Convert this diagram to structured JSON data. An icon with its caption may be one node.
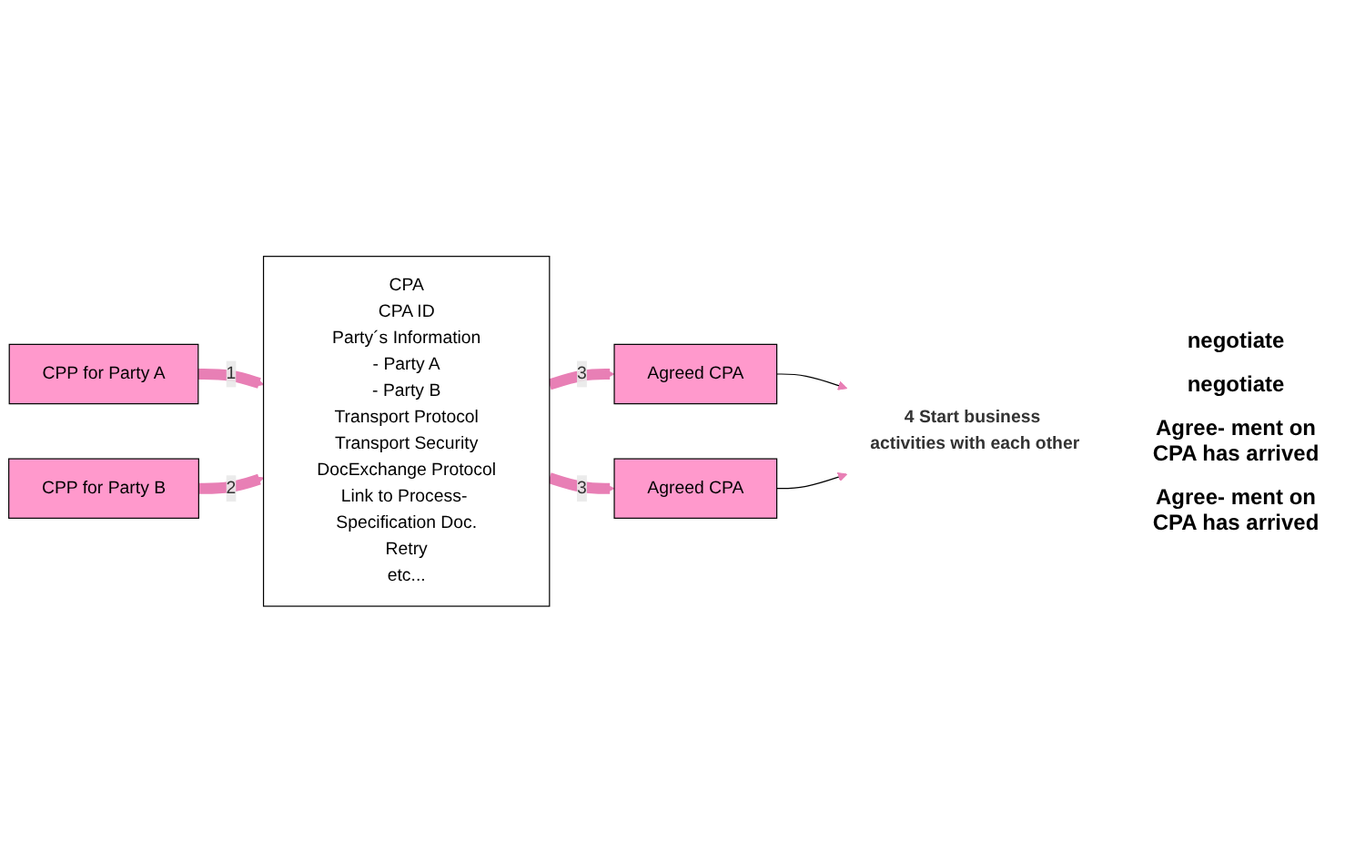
{
  "diagram": {
    "nodes": [
      {
        "text": [
          "CPP for Party A"
        ]
      },
      {
        "text": [
          "CPA",
          "CPA ID",
          "Party´s Information",
          "- Party A",
          "- Party B",
          "Transport Protocol",
          "Transport Security",
          "DocExchange Protocol",
          "Link to Process- Specification Doc.",
          "Retry",
          "etc..."
        ]
      },
      {
        "text": [
          "CPP for Party B"
        ]
      },
      {
        "text": [
          "Agreed CPA"
        ]
      },
      {
        "text": [
          "Agreed CPA"
        ]
      },
      {
        "text": [
          "4 Start business activities with each other"
        ]
      }
    ],
    "edges": [
      {
        "from": 0,
        "to": 1,
        "arrow": "to",
        "label": "1"
      },
      {
        "from": 2,
        "to": 1,
        "arrow": "to",
        "label": "2"
      },
      {
        "from": 1,
        "to": 3,
        "arrow": "to",
        "label": "3"
      },
      {
        "from": 1,
        "to": 4,
        "arrow": "to",
        "label": "3"
      },
      {
        "from": 3,
        "to": 5,
        "arrow": "to",
        "color": "#000000"
      },
      {
        "from": 4,
        "to": 5,
        "arrow": "to",
        "color": "#000000"
      }
    ],
    "labels": [
      "negotiate",
      "negotiate",
      "Agree- ment on CPA has arrived",
      "Agree- ment on CPA has arrived"
    ]
  }
}
